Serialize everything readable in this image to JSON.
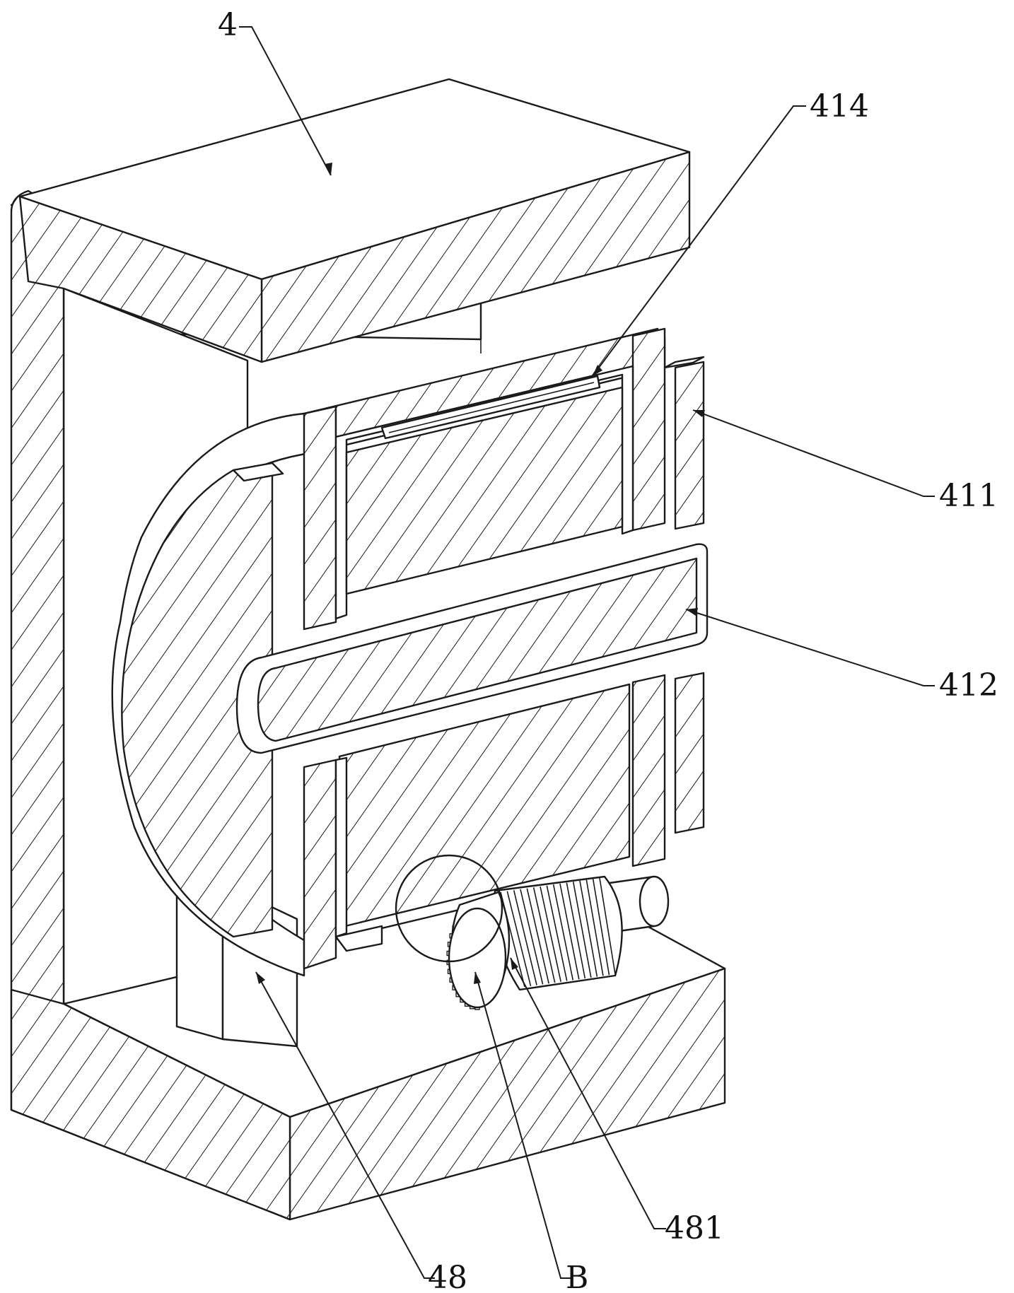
{
  "labels": {
    "housing": "4",
    "groove_top": "414",
    "ring_upper": "411",
    "ring_middle": "412",
    "support": "48",
    "detail_view": "B",
    "gear": "481"
  }
}
